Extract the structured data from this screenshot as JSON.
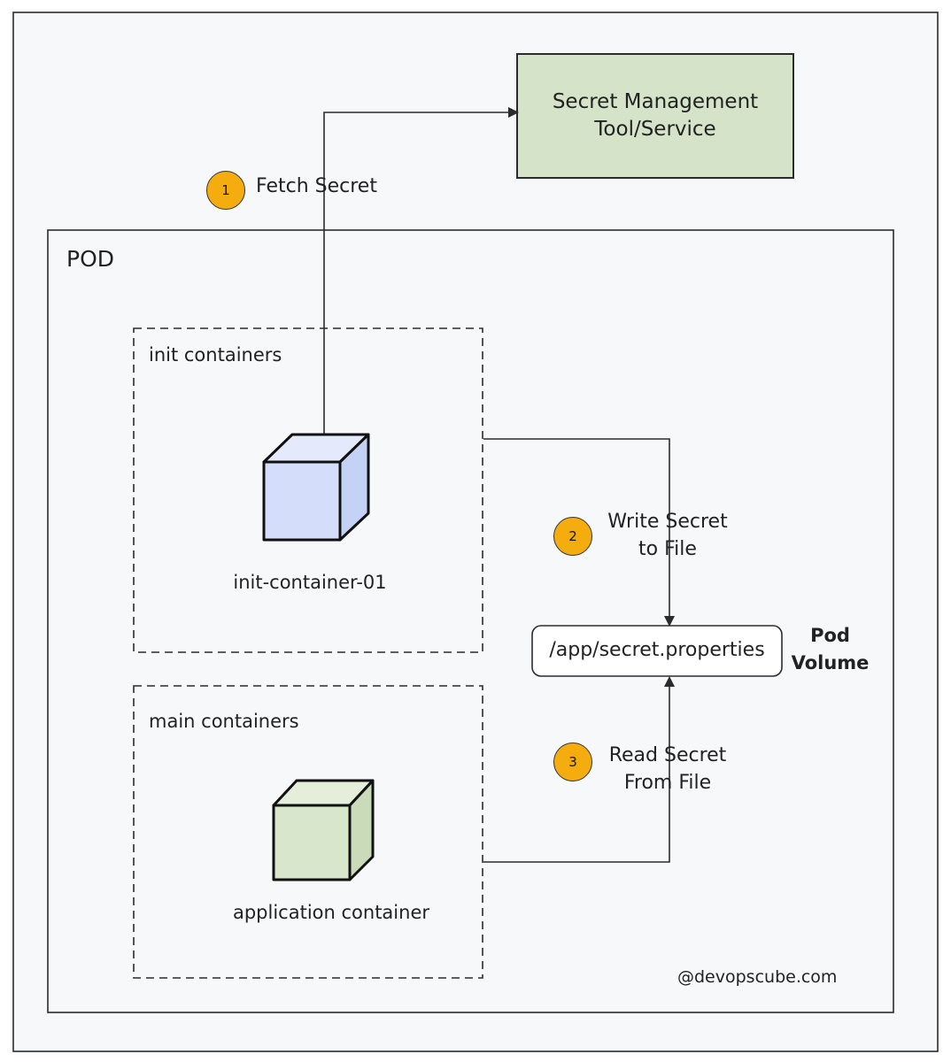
{
  "colors": {
    "outer_background": "#f7f8fa",
    "secret_box_fill": "#d5e4c9",
    "init_cube_fill": "#d4defa",
    "main_cube_fill": "#d8e6cb",
    "badge_fill": "#f5ac0f",
    "stroke": "#2b2b2b"
  },
  "secret_service": {
    "line1": "Secret Management",
    "line2": "Tool/Service"
  },
  "steps": [
    {
      "number": "1",
      "line1": "Fetch Secret",
      "line2": ""
    },
    {
      "number": "2",
      "line1": "Write Secret",
      "line2": "to File"
    },
    {
      "number": "3",
      "line1": "Read Secret",
      "line2": "From File"
    }
  ],
  "pod": {
    "label": "POD",
    "init_group": {
      "label": "init containers",
      "container": "init-container-01",
      "icon": "cube-icon"
    },
    "main_group": {
      "label": "main containers",
      "container": "application container",
      "icon": "cube-icon"
    },
    "volume": {
      "path": "/app/secret.properties",
      "label_line1": "Pod",
      "label_line2": "Volume"
    }
  },
  "watermark": "@devopscube.com"
}
